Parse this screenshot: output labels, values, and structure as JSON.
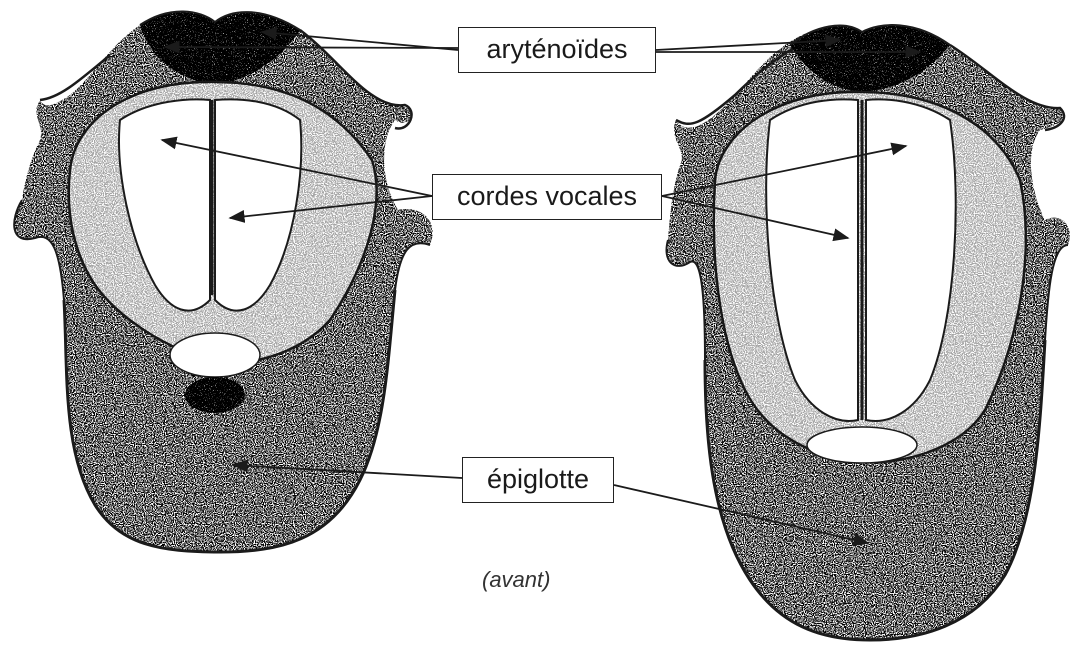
{
  "labels": {
    "arytenoides": "aryténoïdes",
    "cordes_vocales": "cordes vocales",
    "epiglotte": "épiglotte",
    "avant": "(avant)"
  },
  "colors": {
    "ink": "#1b1b1b",
    "background": "#ffffff"
  }
}
